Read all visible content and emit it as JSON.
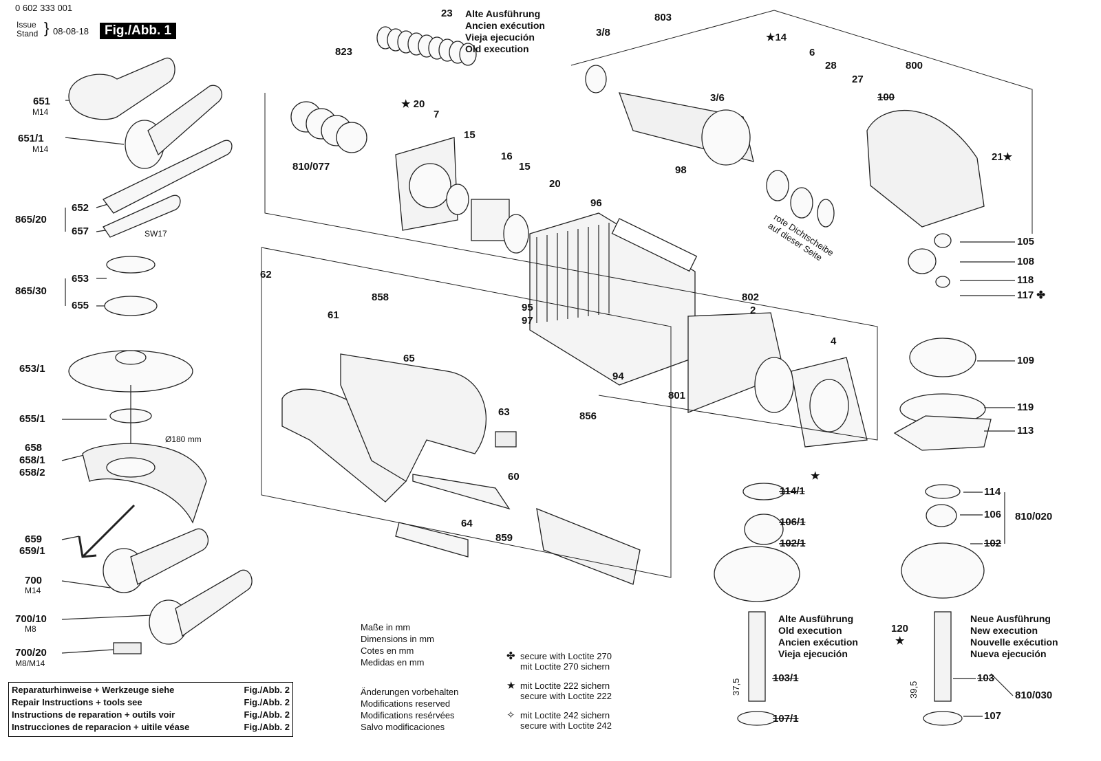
{
  "header": {
    "part_number": "0 602 333 001",
    "issue_label": "Issue",
    "stand_label": "Stand",
    "date": "08-08-18",
    "figure": "Fig./Abb. 1"
  },
  "old_execution_top": [
    "Alte Ausführung",
    "Ancien exécution",
    "Vieja ejecución",
    "Old execution"
  ],
  "old_execution_bottom": [
    "Alte Ausführung",
    "Old execution",
    "Ancien exécution",
    "Vieja ejecución"
  ],
  "new_execution": [
    "Neue Ausführung",
    "New execution",
    "Nouvelle exécution",
    "Nueva ejecución"
  ],
  "seal_note": [
    "rote Dichtscheibe",
    "auf dieser Seite"
  ],
  "dimensions_note": [
    "Maße in mm",
    "Dimensions in mm",
    "Cotes en mm",
    "Medidas en mm"
  ],
  "modifications_note": [
    "Änderungen vorbehalten",
    "Modifications reserved",
    "Modifications resérvées",
    "Salvo modificaciones"
  ],
  "loctite_legend": [
    {
      "symbol": "✤",
      "lines": [
        "secure with Loctite 270",
        "mit Loctite 270 sichern"
      ]
    },
    {
      "symbol": "★",
      "lines": [
        "mit Loctite 222 sichern",
        "secure with Loctite 222"
      ]
    },
    {
      "symbol": "✧",
      "lines": [
        "mit Loctite 242 sichern",
        "secure with Loctite 242"
      ]
    }
  ],
  "repair_box": [
    {
      "text": "Reparaturhinweise + Werkzeuge siehe",
      "ref": "Fig./Abb. 2"
    },
    {
      "text": "Repair Instructions + tools see",
      "ref": "Fig./Abb. 2"
    },
    {
      "text": "Instructions de reparation + outils voir",
      "ref": "Fig./Abb. 2"
    },
    {
      "text": "Instrucciones de reparacion + uitile véase",
      "ref": "Fig./Abb. 2"
    }
  ],
  "dimensions": [
    "37,5",
    "39,5"
  ],
  "labels": [
    {
      "text": "651"
    },
    {
      "text": "M14",
      "small": true
    },
    {
      "text": "651/1"
    },
    {
      "text": "M14",
      "small": true
    },
    {
      "text": "652"
    },
    {
      "text": "865/20"
    },
    {
      "text": "657"
    },
    {
      "text": "SW17",
      "small": true
    },
    {
      "text": "653"
    },
    {
      "text": "865/30"
    },
    {
      "text": "655"
    },
    {
      "text": "653/1"
    },
    {
      "text": "655/1"
    },
    {
      "text": "Ø180 mm",
      "small": true
    },
    {
      "text": "658"
    },
    {
      "text": "658/1"
    },
    {
      "text": "658/2"
    },
    {
      "text": "659"
    },
    {
      "text": "659/1"
    },
    {
      "text": "700"
    },
    {
      "text": "M14",
      "small": true
    },
    {
      "text": "700/10"
    },
    {
      "text": "M8",
      "small": true
    },
    {
      "text": "700/20"
    },
    {
      "text": "M8/M14",
      "small": true
    },
    {
      "text": "823"
    },
    {
      "text": "23"
    },
    {
      "text": "★ 20"
    },
    {
      "text": "7"
    },
    {
      "text": "15"
    },
    {
      "text": "810/077"
    },
    {
      "text": "16"
    },
    {
      "text": "15"
    },
    {
      "text": "20"
    },
    {
      "text": "96"
    },
    {
      "text": "98"
    },
    {
      "text": "95"
    },
    {
      "text": "97"
    },
    {
      "text": "94"
    },
    {
      "text": "801"
    },
    {
      "text": "802"
    },
    {
      "text": "2"
    },
    {
      "text": "4"
    },
    {
      "text": "62"
    },
    {
      "text": "61"
    },
    {
      "text": "858"
    },
    {
      "text": "65"
    },
    {
      "text": "63"
    },
    {
      "text": "856"
    },
    {
      "text": "60"
    },
    {
      "text": "64"
    },
    {
      "text": "859"
    },
    {
      "text": "803"
    },
    {
      "text": "3/8"
    },
    {
      "text": "3/6"
    },
    {
      "text": "★14"
    },
    {
      "text": "6"
    },
    {
      "text": "28"
    },
    {
      "text": "27"
    },
    {
      "text": "800"
    },
    {
      "text": "100",
      "superseded": true
    },
    {
      "text": "21★"
    },
    {
      "text": "105"
    },
    {
      "text": "108"
    },
    {
      "text": "118"
    },
    {
      "text": "117 ✤"
    },
    {
      "text": "109"
    },
    {
      "text": "119"
    },
    {
      "text": "113"
    },
    {
      "text": "114"
    },
    {
      "text": "106"
    },
    {
      "text": "810/020"
    },
    {
      "text": "102",
      "superseded": true
    },
    {
      "text": "120"
    },
    {
      "text": "★"
    },
    {
      "text": "103",
      "superseded": true
    },
    {
      "text": "810/030"
    },
    {
      "text": "107"
    },
    {
      "text": "★"
    },
    {
      "text": "114/1",
      "superseded": true
    },
    {
      "text": "106/1",
      "superseded": true
    },
    {
      "text": "102/1",
      "superseded": true
    },
    {
      "text": "103/1",
      "superseded": true
    },
    {
      "text": "107/1",
      "superseded": true
    }
  ]
}
